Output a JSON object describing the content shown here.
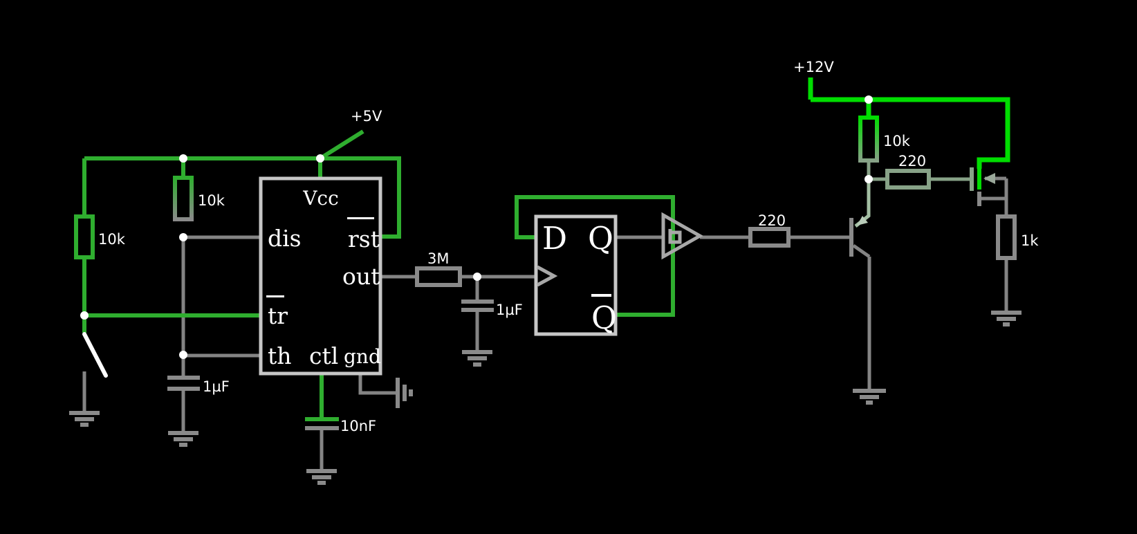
{
  "app": {
    "type": "analog-circuit-simulator",
    "background": "#000000"
  },
  "colors": {
    "wire_high_5v": "#2fae2f",
    "wire_high_12v": "#00dd00",
    "wire_neutral_gray": "#848484",
    "wire_mid_voltage": "#87a287",
    "component_outline": "#8a8a8a",
    "chip_outline": "#c6c6c6",
    "logic_gate_outline": "#a8a8a8",
    "junction_dot": "#ffffff",
    "label_text": "#ffffff",
    "switch_lever": "#ffffff"
  },
  "supplies": {
    "v5": "+5V",
    "v12": "+12V"
  },
  "resistors": {
    "r1_left": "10k",
    "r2_divider": "10k",
    "r3_timing": "3M",
    "r4_base": "220",
    "r5_pullup": "10k",
    "r6_gate": "220",
    "r7_load": "1k"
  },
  "capacitors": {
    "c1_threshold": "1µF",
    "c2_clock": "1µF",
    "c3_control": "10nF"
  },
  "timer_555": {
    "vcc": "Vcc",
    "dis": "dis",
    "rst": "rst",
    "out": "out",
    "tr": "tr",
    "th": "th",
    "ctl": "ctl",
    "gnd": "gnd"
  },
  "flip_flop": {
    "d": "D",
    "q": "Q",
    "q_bar": "Q"
  }
}
